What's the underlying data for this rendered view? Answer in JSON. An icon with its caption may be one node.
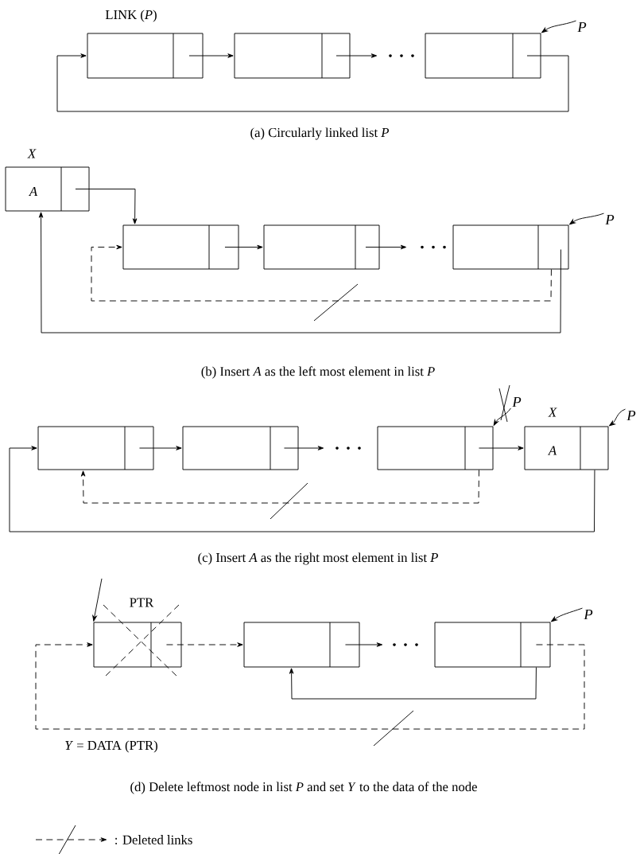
{
  "diagram": {
    "nodes": [
      {
        "text": [
          "LINK (*P*)"
        ]
      },
      {
        "text": [],
        "shape": "box"
      },
      {
        "text": [],
        "shape": "box"
      },
      {
        "text": [
          "P"
        ]
      },
      {
        "text": [
          "X",
          "A"
        ]
      },
      {
        "text": [],
        "shape": "box"
      },
      {
        "text": [],
        "shape": "box"
      },
      {
        "text": [],
        "shape": "box"
      },
      {
        "text": [
          "P"
        ]
      },
      {
        "text": [],
        "shape": "box"
      },
      {
        "text": [],
        "shape": "box"
      },
      {
        "text": [],
        "shape": "box"
      },
      {
        "text": [
          "X",
          "A"
        ]
      },
      {
        "text": [
          "P"
        ]
      },
      {
        "text": [
          "P"
        ]
      },
      {
        "text": [
          "PTR"
        ]
      },
      {
        "text": [],
        "shape": "box"
      },
      {
        "text": [],
        "shape": "box"
      },
      {
        "text": [
          "P"
        ]
      }
    ],
    "edges": [
      {
        "from": 0,
        "to": 1,
        "arrow": "to"
      },
      {
        "from": 1,
        "to": null,
        "arrow": "to"
      },
      {
        "from": 2,
        "to": 0,
        "arrow": "to"
      },
      {
        "from": 3,
        "to": 2,
        "arrow": "to"
      },
      {
        "from": 4,
        "to": 5,
        "arrow": "to"
      },
      {
        "from": 5,
        "to": 6,
        "arrow": "to"
      },
      {
        "from": 6,
        "to": null,
        "arrow": "to"
      },
      {
        "from": 7,
        "to": 5,
        "arrow": "to",
        "style": "dashed"
      },
      {
        "from": 7,
        "to": 4,
        "arrow": "to"
      },
      {
        "from": 8,
        "to": 7,
        "arrow": "to"
      },
      {
        "from": 9,
        "to": 10,
        "arrow": "to"
      },
      {
        "from": 10,
        "to": null,
        "arrow": "to"
      },
      {
        "from": 11,
        "to": 12,
        "arrow": "to"
      },
      {
        "from": 11,
        "to": 9,
        "arrow": "to",
        "style": "dashed"
      },
      {
        "from": 12,
        "to": 9,
        "arrow": "to"
      },
      {
        "from": 13,
        "to": 11,
        "arrow": "to"
      },
      {
        "from": 14,
        "to": 12,
        "arrow": "to"
      },
      {
        "from": null,
        "to": 15,
        "arrow": "to"
      },
      {
        "from": 15,
        "to": 16,
        "arrow": "to",
        "style": "dashed"
      },
      {
        "from": 16,
        "to": null,
        "arrow": "to"
      },
      {
        "from": 17,
        "to": 16,
        "arrow": "to"
      },
      {
        "from": 17,
        "to": 15,
        "arrow": "to",
        "style": "dashed"
      },
      {
        "from": 18,
        "to": 17,
        "arrow": "to"
      }
    ],
    "labels": [
      "(a) Circularly linked list *P*",
      "(b) Insert *A* as the left most element in list *P*",
      "(c) Insert *A* as the right most element in list *P*",
      "*Y* = DATA (PTR)",
      "(d) Delete leftmost node in list *P* and set *Y* to the data of the node"
    ],
    "legend": [
      {
        "text": ": Deleted links"
      }
    ]
  }
}
